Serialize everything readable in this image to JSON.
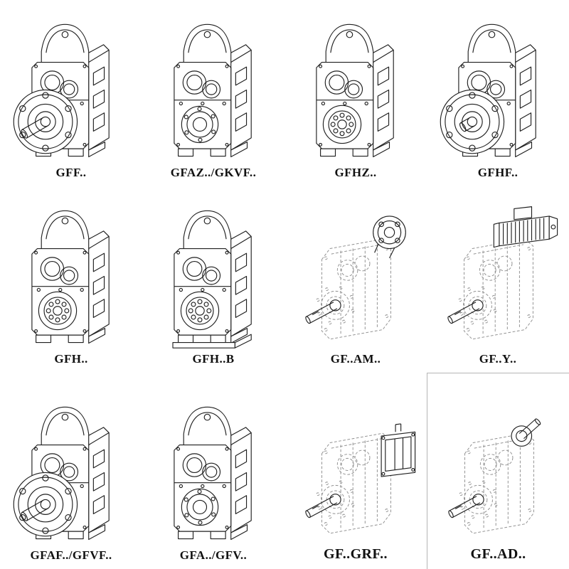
{
  "page": {
    "background": "#ffffff"
  },
  "drawing_stroke": "#1f1f1f",
  "dashed_stroke": "#8f8f8f",
  "items": [
    {
      "label": "GFF..",
      "variant": "flange-long-shaft",
      "icon": "parallel-shaft-gearbox-output-flange-drawing"
    },
    {
      "label": "GFAZ../GKVF..",
      "variant": "hollow",
      "icon": "parallel-shaft-gearbox-hollow-shaft-drawing"
    },
    {
      "label": "GFHZ..",
      "variant": "bearing",
      "icon": "parallel-shaft-gearbox-hollow-bearing-drawing"
    },
    {
      "label": "GFHF..",
      "variant": "flange-short-shaft",
      "icon": "parallel-shaft-gearbox-b5-flange-drawing"
    },
    {
      "label": "GFH..",
      "variant": "bearing",
      "icon": "parallel-shaft-gearbox-foot-mounted-drawing"
    },
    {
      "label": "GFH..B",
      "variant": "bearing-base",
      "icon": "parallel-shaft-gearbox-base-plate-drawing"
    },
    {
      "label": "GF..AM..",
      "variant": "dashed-am",
      "icon": "gearbox-with-motor-adapter-flange-drawing"
    },
    {
      "label": "GF..Y..",
      "variant": "dashed-motor",
      "icon": "gearbox-with-mounted-motor-drawing"
    },
    {
      "label": "GFAF../GFVF..",
      "variant": "flange-long-shaft",
      "icon": "parallel-shaft-gearbox-output-flange-drawing"
    },
    {
      "label": "GFA../GFV..",
      "variant": "hollow",
      "icon": "parallel-shaft-gearbox-hollow-shaft-drawing"
    },
    {
      "label": "GF..GRF..",
      "variant": "dashed-grf",
      "icon": "gearbox-with-primary-gear-unit-drawing"
    },
    {
      "label": "GF..AD..",
      "variant": "dashed-ad",
      "icon": "gearbox-with-input-shaft-assembly-drawing"
    }
  ]
}
